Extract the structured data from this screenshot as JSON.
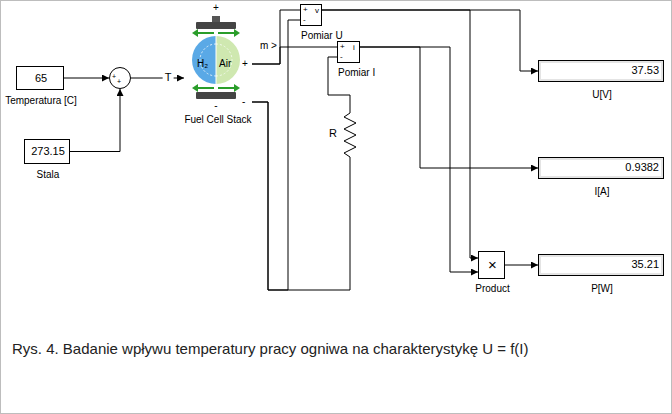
{
  "diagram": {
    "caption": "Rys. 4. Badanie wpływu temperatury pracy ogniwa na charakterystykę U = f(I)",
    "nodes": [
      {
        "text": [
          "65",
          "Temperatura [C]"
        ]
      },
      {
        "text": [
          "273.15",
          "Stala"
        ]
      },
      {
        "text": [
          "+",
          "+"
        ]
      },
      {
        "text": [
          "+",
          "m >",
          "H₂",
          "Air",
          "+",
          "-",
          "-",
          "Fuel Cell Stack"
        ]
      },
      {
        "text": [
          "+",
          "v",
          "-",
          "Pomiar U"
        ]
      },
      {
        "text": [
          "+",
          "i",
          "-",
          "Pomiar I"
        ]
      },
      {
        "text": [
          "R"
        ]
      },
      {
        "text": [
          "37.53",
          "U[V]"
        ]
      },
      {
        "text": [
          "0.9382",
          "I[A]"
        ]
      },
      {
        "text": [
          "×",
          "Product"
        ]
      },
      {
        "text": [
          "35.21",
          "P[W]"
        ]
      }
    ],
    "edges": [
      {
        "from": 0,
        "to": 2,
        "arrow": "to"
      },
      {
        "from": 1,
        "to": 2,
        "arrow": "to"
      },
      {
        "from": 2,
        "to": 3,
        "label": "T",
        "arrow": "to"
      },
      {
        "from": 3,
        "to": 4,
        "arrow": "none"
      },
      {
        "from": 3,
        "to": 5,
        "arrow": "none"
      },
      {
        "from": 4,
        "to": 3,
        "arrow": "none"
      },
      {
        "from": 5,
        "to": 6,
        "arrow": "none"
      },
      {
        "from": 6,
        "to": 3,
        "arrow": "none"
      },
      {
        "from": 4,
        "to": 7,
        "arrow": "to"
      },
      {
        "from": 4,
        "to": 9,
        "arrow": "to"
      },
      {
        "from": 5,
        "to": 8,
        "arrow": "to"
      },
      {
        "from": 5,
        "to": 9,
        "arrow": "to"
      },
      {
        "from": 9,
        "to": 10,
        "arrow": "to"
      }
    ]
  }
}
